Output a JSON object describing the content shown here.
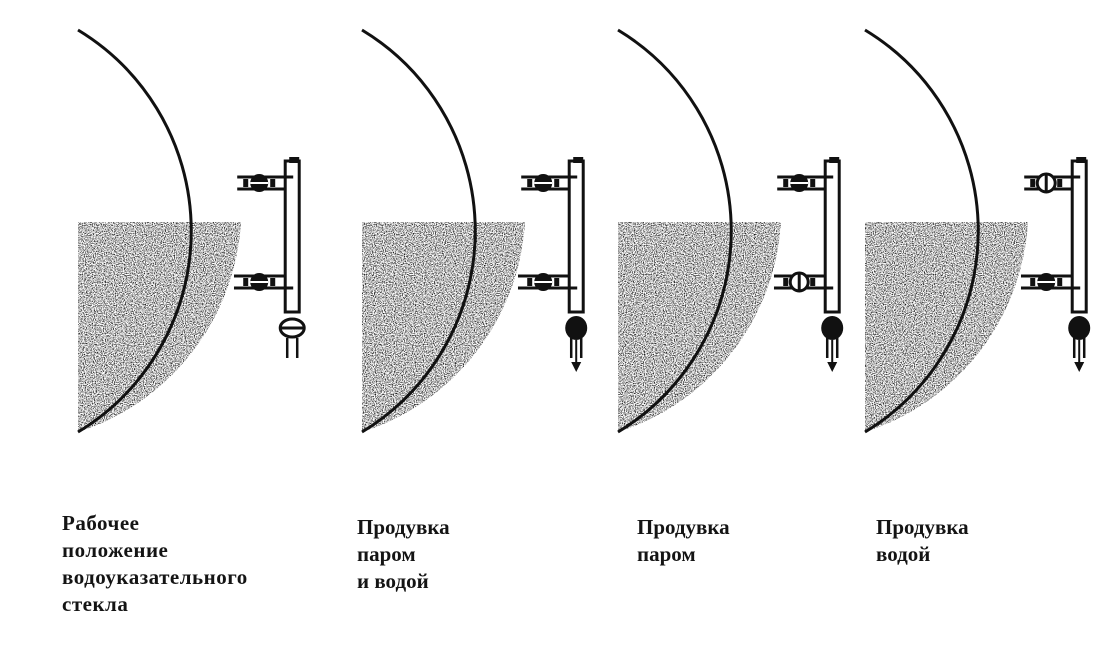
{
  "panels": [
    {
      "id": "working-position",
      "caption_lines": [
        "Рабочее",
        "положение",
        "водоуказательного",
        "стекла"
      ],
      "top_valve": "closed",
      "bottom_valve": "closed",
      "drain_valve": "closed",
      "drain_flow": false
    },
    {
      "id": "blow-steam-and-water",
      "caption_lines": [
        "Продувка",
        "паром",
        "и водой"
      ],
      "top_valve": "closed",
      "bottom_valve": "closed",
      "drain_valve": "open",
      "drain_flow": true
    },
    {
      "id": "blow-steam",
      "caption_lines": [
        "Продувка",
        "паром"
      ],
      "top_valve": "closed",
      "bottom_valve": "open",
      "drain_valve": "open",
      "drain_flow": true
    },
    {
      "id": "blow-water",
      "caption_lines": [
        "Продувка",
        "водой"
      ],
      "top_valve": "open",
      "bottom_valve": "closed",
      "drain_valve": "open",
      "drain_flow": true
    }
  ],
  "colors": {
    "ink": "#111111",
    "water_fill": "#8a8a8a",
    "background": "#ffffff"
  }
}
